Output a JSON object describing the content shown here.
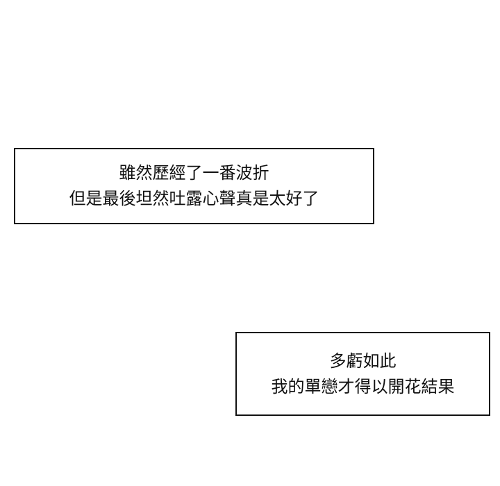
{
  "captions": [
    {
      "lines": [
        "雖然歷經了一番波折",
        "但是最後坦然吐露心聲真是太好了"
      ]
    },
    {
      "lines": [
        "多虧如此",
        "我的單戀才得以開花結果"
      ]
    }
  ]
}
